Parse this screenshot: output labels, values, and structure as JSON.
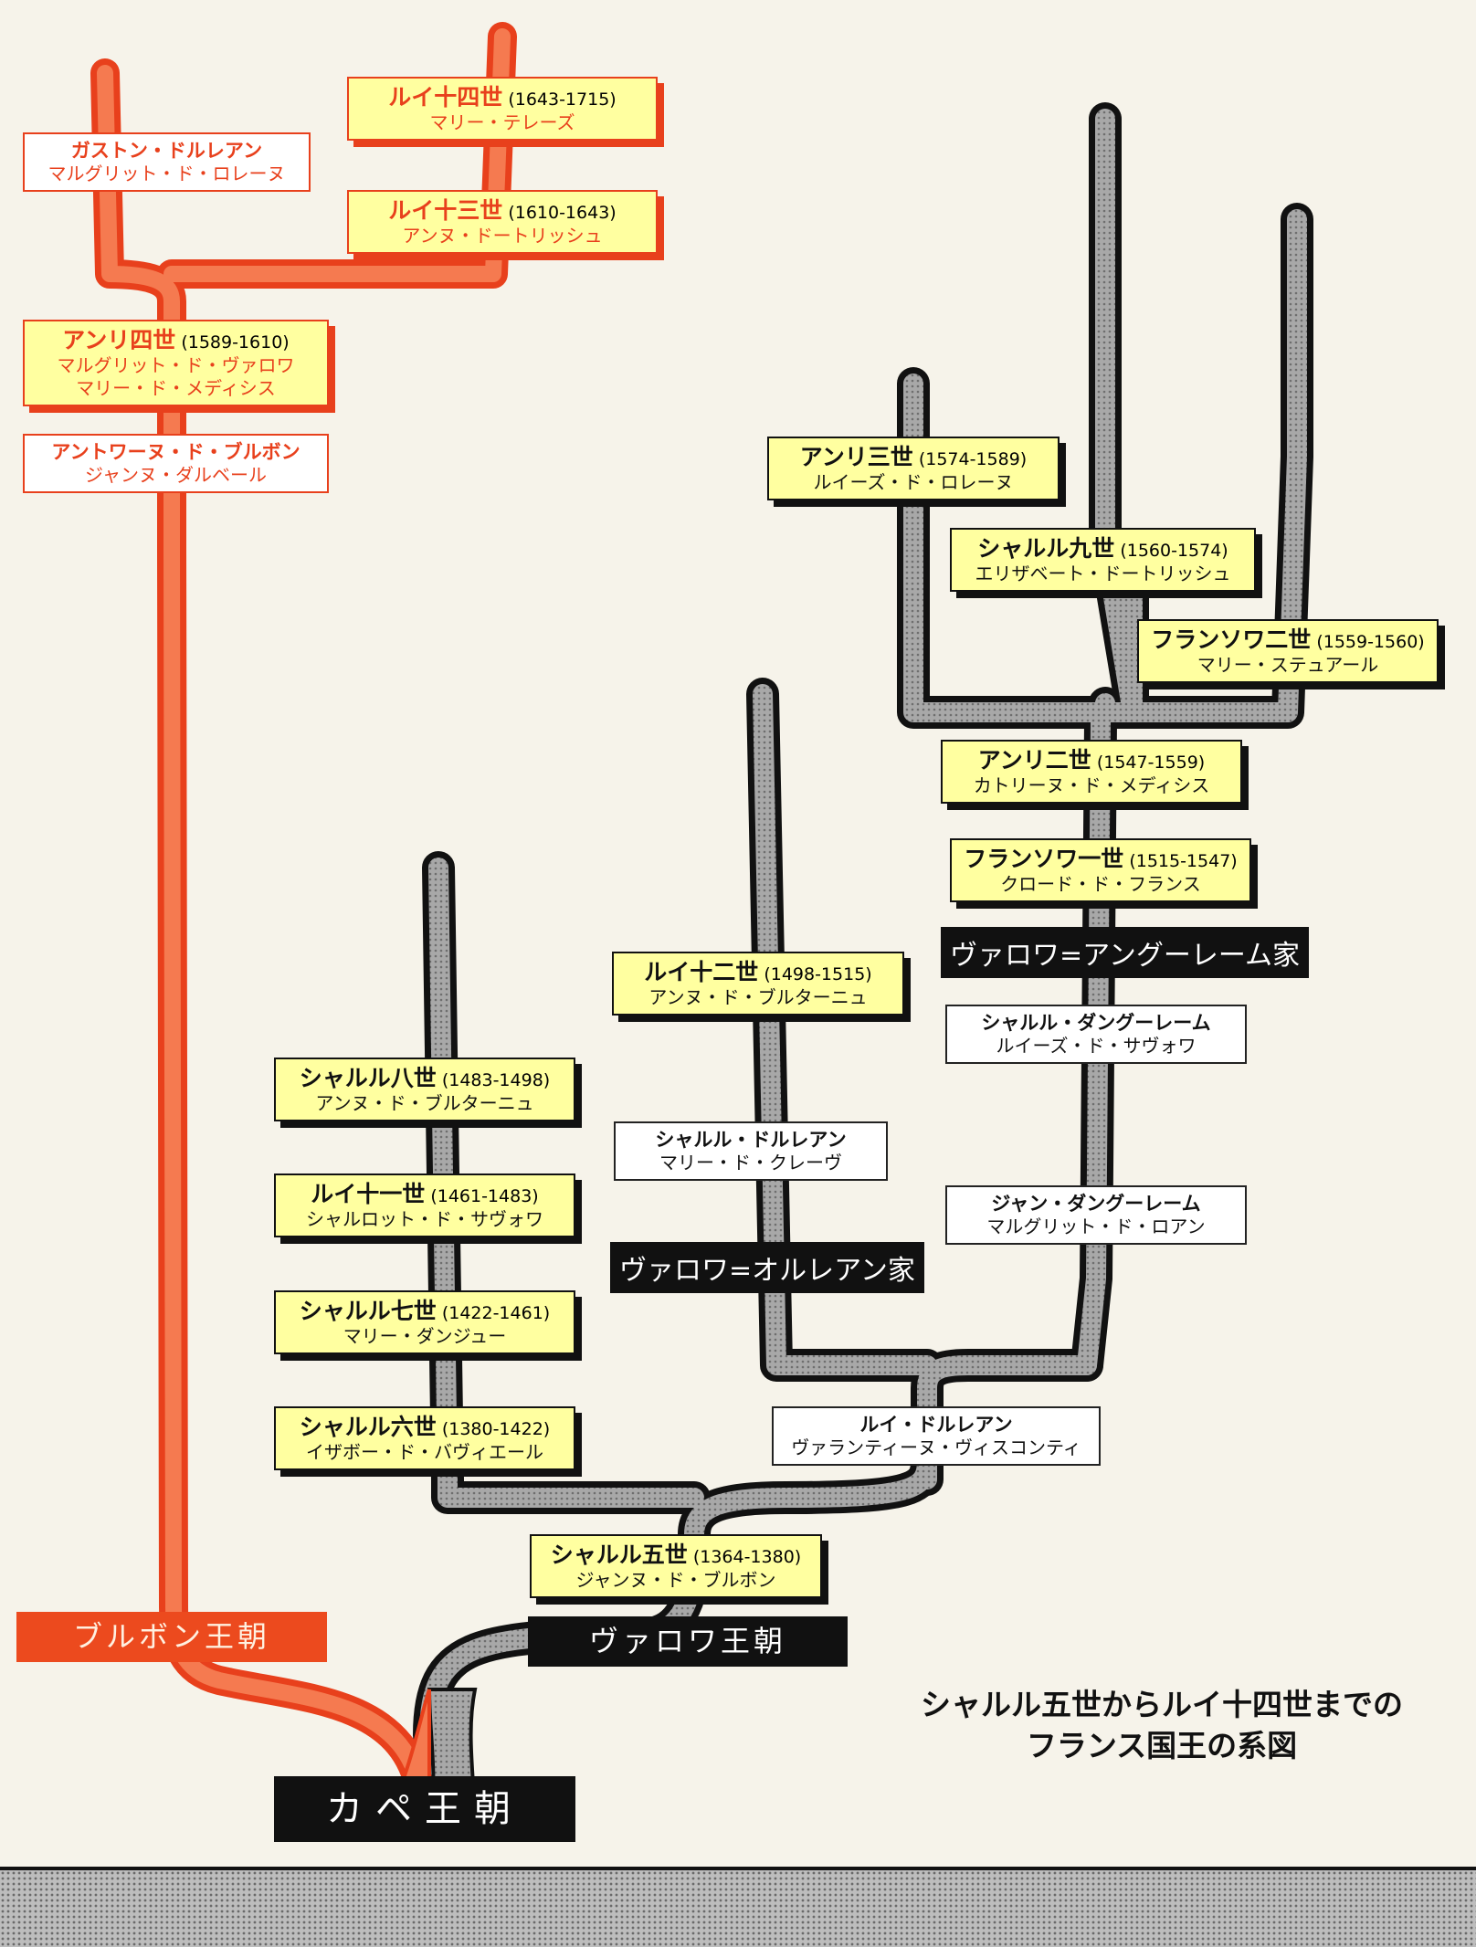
{
  "caption": {
    "line1": "シャルル五世からルイ十四世までの",
    "line2": "フランス国王の系図"
  },
  "dynasties": {
    "capet": "カペ王朝",
    "valois": "ヴァロワ王朝",
    "bourbon": "ブルボン王朝"
  },
  "houses": {
    "valois_orleans": "ヴァロワ=オルレアン家",
    "valois_angouleme": "ヴァロワ=アングーレーム家"
  },
  "colors": {
    "bourbon": "#e8401c",
    "valois": "#9a9a9a",
    "king_box": "#ffffa0",
    "outline": "#111111"
  },
  "kings": {
    "charles5": {
      "name": "シャルル五世",
      "years": "(1364-1380)",
      "spouse": "ジャンヌ・ド・ブルボン"
    },
    "charles6": {
      "name": "シャルル六世",
      "years": "(1380-1422)",
      "spouse": "イザボー・ド・バヴィエール"
    },
    "charles7": {
      "name": "シャルル七世",
      "years": "(1422-1461)",
      "spouse": "マリー・ダンジュー"
    },
    "louis11": {
      "name": "ルイ十一世",
      "years": "(1461-1483)",
      "spouse": "シャルロット・ド・サヴォワ"
    },
    "charles8": {
      "name": "シャルル八世",
      "years": "(1483-1498)",
      "spouse": "アンヌ・ド・ブルターニュ"
    },
    "louis12": {
      "name": "ルイ十二世",
      "years": "(1498-1515)",
      "spouse": "アンヌ・ド・ブルターニュ"
    },
    "francois1": {
      "name": "フランソワ一世",
      "years": "(1515-1547)",
      "spouse": "クロード・ド・フランス"
    },
    "henri2": {
      "name": "アンリ二世",
      "years": "(1547-1559)",
      "spouse": "カトリーヌ・ド・メディシス"
    },
    "francois2": {
      "name": "フランソワ二世",
      "years": "(1559-1560)",
      "spouse": "マリー・ステュアール"
    },
    "charles9": {
      "name": "シャルル九世",
      "years": "(1560-1574)",
      "spouse": "エリザベート・ドートリッシュ"
    },
    "henri3": {
      "name": "アンリ三世",
      "years": "(1574-1589)",
      "spouse": "ルイーズ・ド・ロレーヌ"
    },
    "henri4": {
      "name": "アンリ四世",
      "years": "(1589-1610)",
      "spouse": "マルグリット・ド・ヴァロワ",
      "spouse2": "マリー・ド・メディシス"
    },
    "louis13": {
      "name": "ルイ十三世",
      "years": "(1610-1643)",
      "spouse": "アンヌ・ドートリッシュ"
    },
    "louis14": {
      "name": "ルイ十四世",
      "years": "(1643-1715)",
      "spouse": "マリー・テレーズ"
    }
  },
  "nobles": {
    "louis_orleans": {
      "name": "ルイ・ドルレアン",
      "spouse": "ヴァランティーヌ・ヴィスコンティ"
    },
    "charles_orleans": {
      "name": "シャルル・ドルレアン",
      "spouse": "マリー・ド・クレーヴ"
    },
    "jean_angouleme": {
      "name": "ジャン・ダングーレーム",
      "spouse": "マルグリット・ド・ロアン"
    },
    "charles_angouleme": {
      "name": "シャルル・ダングーレーム",
      "spouse": "ルイーズ・ド・サヴォワ"
    },
    "antoine_bourbon": {
      "name": "アントワーヌ・ド・ブルボン",
      "spouse": "ジャンヌ・ダルベール"
    },
    "gaston_orleans": {
      "name": "ガストン・ドルレアン",
      "spouse": "マルグリット・ド・ロレーヌ"
    }
  }
}
